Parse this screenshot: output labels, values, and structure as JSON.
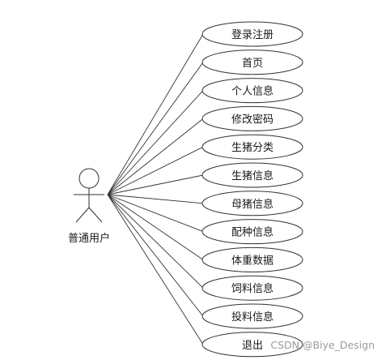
{
  "actor": {
    "label": "普通用户"
  },
  "use_cases": [
    {
      "label": "登录注册"
    },
    {
      "label": "首页"
    },
    {
      "label": "个人信息"
    },
    {
      "label": "修改密码"
    },
    {
      "label": "生猪分类"
    },
    {
      "label": "生猪信息"
    },
    {
      "label": "母猪信息"
    },
    {
      "label": "配种信息"
    },
    {
      "label": "体重数据"
    },
    {
      "label": "饲料信息"
    },
    {
      "label": "投料信息"
    },
    {
      "label": "退出"
    }
  ],
  "watermark": {
    "text": "CSDN @Biye_Design"
  },
  "colors": {
    "stroke": "#333333",
    "ellipse_fill": "#ffffff",
    "background": "#ffffff"
  }
}
